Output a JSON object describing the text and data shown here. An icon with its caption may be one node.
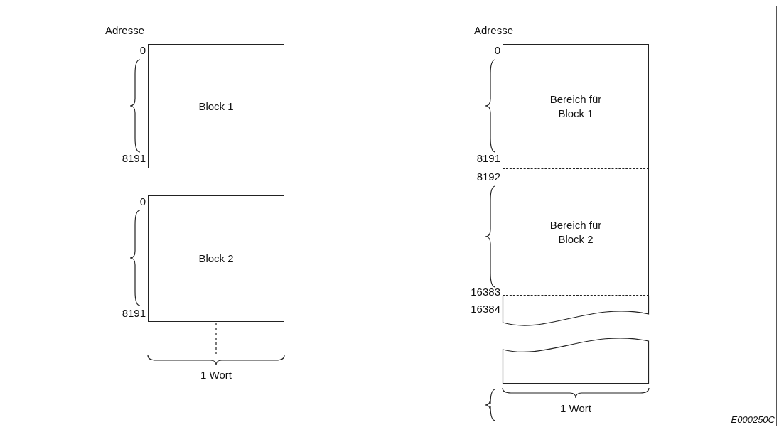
{
  "diagram": {
    "nodes": [
      {
        "text": [
          "Block 1"
        ]
      },
      {
        "text": [
          "Block 2"
        ]
      },
      {
        "text": [
          "Bereich für Block 1"
        ]
      },
      {
        "text": [
          "Bereich für Block 2"
        ]
      },
      {
        "text": [],
        "shape": "box"
      },
      {
        "text": [],
        "shape": "box"
      }
    ],
    "labels": [
      "Adresse",
      "0",
      "8191",
      "0",
      "8191",
      "1 Wort",
      "Adresse",
      "0",
      "8191",
      "8192",
      "16383",
      "16384",
      "1 Wort",
      "E000250C"
    ]
  }
}
